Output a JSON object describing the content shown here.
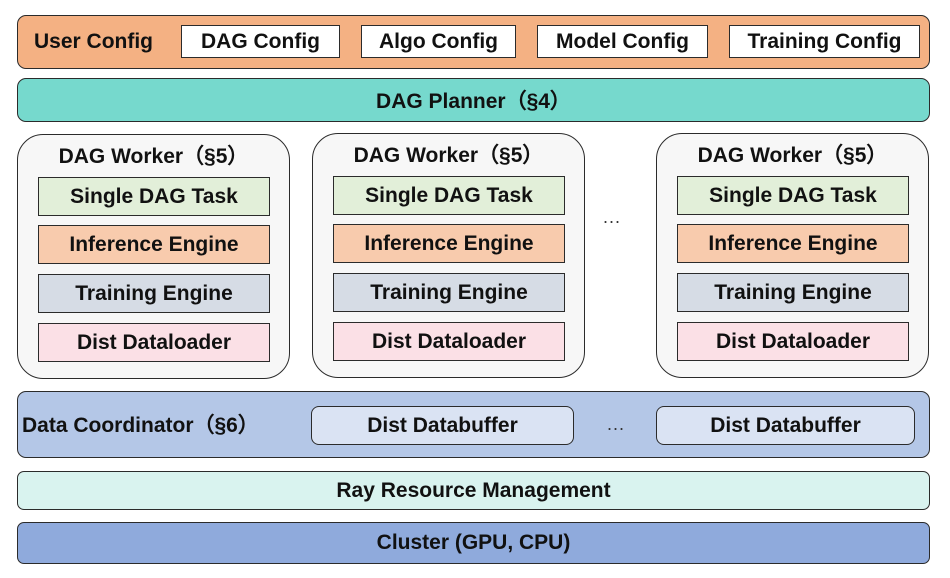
{
  "user_config": {
    "label": "User Config",
    "items": [
      "DAG Config",
      "Algo Config",
      "Model Config",
      "Training Config"
    ]
  },
  "planner": {
    "label": "DAG  Planner（§4）"
  },
  "workers": [
    {
      "title": "DAG Worker（§5）",
      "rows": [
        "Single DAG Task",
        "Inference Engine",
        "Training Engine",
        "Dist Dataloader"
      ]
    },
    {
      "title": "DAG Worker（§5）",
      "rows": [
        "Single DAG Task",
        "Inference Engine",
        "Training Engine",
        "Dist Dataloader"
      ]
    },
    {
      "title": "DAG Worker（§5）",
      "rows": [
        "Single DAG Task",
        "Inference Engine",
        "Training Engine",
        "Dist Dataloader"
      ]
    }
  ],
  "workers_ellipsis": "...",
  "data_coordinator": {
    "label": "Data Coordinator（§6）",
    "buffers": [
      "Dist Databuffer",
      "Dist Databuffer"
    ],
    "ellipsis": "..."
  },
  "ray": {
    "label": "Ray Resource Management"
  },
  "cluster": {
    "label": "Cluster (GPU, CPU)"
  },
  "colors": {
    "user_config": "#f4b183",
    "planner": "#76d9cd",
    "single_dag_task": "#e2efd9",
    "inference_engine": "#f8cbad",
    "training_engine": "#d6dce5",
    "dist_dataloader": "#fbe0e6",
    "data_coordinator": "#b4c7e7",
    "databuffer": "#dae3f3",
    "ray": "#d9f3ef",
    "cluster": "#8faadc"
  }
}
